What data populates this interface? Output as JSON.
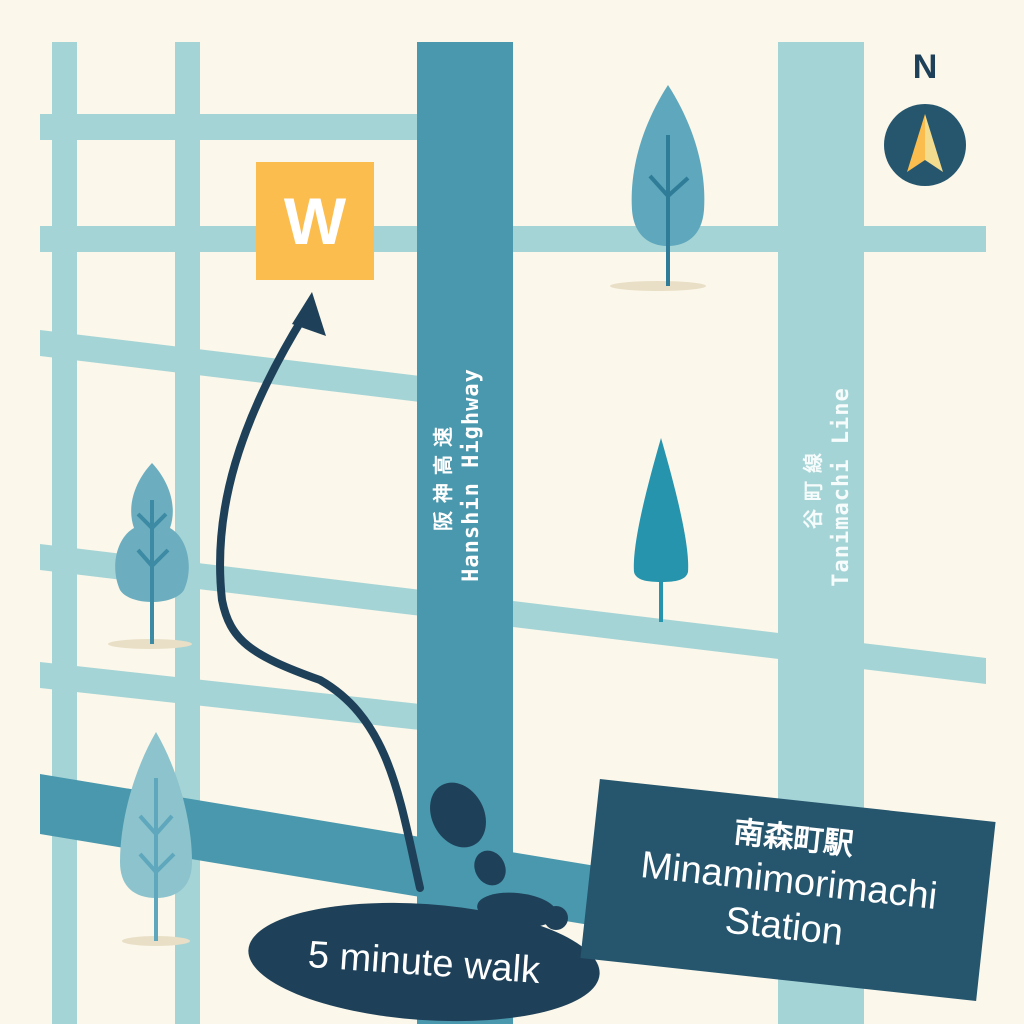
{
  "map": {
    "roads": {
      "hanshin_highway": {
        "label_jp": "阪神高速",
        "label_en": "Hanshin Highway"
      },
      "tanimachi_line": {
        "label_jp": "谷町線",
        "label_en": "Tanimachi Line"
      }
    },
    "station": {
      "name_jp": "南森町駅",
      "name_en": "Minamimorimachi Station"
    },
    "destination_marker": {
      "letter": "W",
      "color": "#fbbd4e"
    },
    "route": {
      "walk_label": "5 minute walk"
    },
    "compass": {
      "label": "N"
    },
    "colors": {
      "background": "#fbf7ea",
      "minor_road": "#a5d4d6",
      "highway": "#4a98ad",
      "station": "#25566e",
      "route": "#1e4159"
    },
    "icons": [
      "tree-icon",
      "footprint-icon",
      "compass-icon",
      "destination-marker-icon"
    ]
  }
}
